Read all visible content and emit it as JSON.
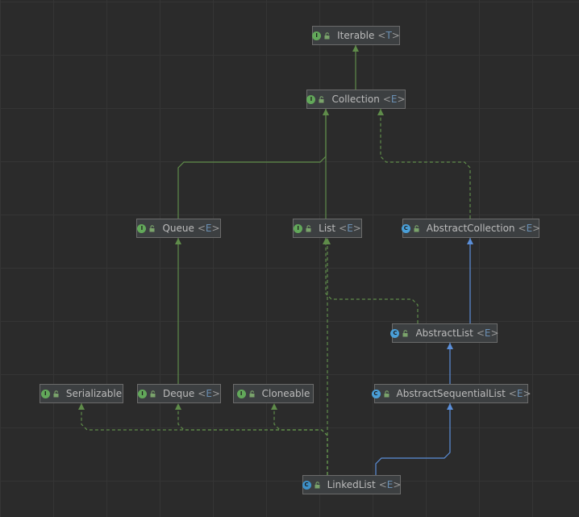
{
  "colors": {
    "extends_interface": "#5f8c4a",
    "implements": "#5f8c4a",
    "extends_class": "#5b8fd9"
  },
  "nodes": {
    "iterable": {
      "name": "Iterable",
      "type_param": "T",
      "kind": "interface",
      "icon": "interface-icon",
      "icon_letter": "I"
    },
    "collection": {
      "name": "Collection",
      "type_param": "E",
      "kind": "interface",
      "icon": "interface-icon",
      "icon_letter": "I"
    },
    "queue": {
      "name": "Queue",
      "type_param": "E",
      "kind": "interface",
      "icon": "interface-icon",
      "icon_letter": "I"
    },
    "list": {
      "name": "List",
      "type_param": "E",
      "kind": "interface",
      "icon": "interface-icon",
      "icon_letter": "I"
    },
    "abstract_collection": {
      "name": "AbstractCollection",
      "type_param": "E",
      "kind": "abstract",
      "icon": "abstract-class-icon",
      "icon_letter": "C"
    },
    "abstract_list": {
      "name": "AbstractList",
      "type_param": "E",
      "kind": "abstract",
      "icon": "abstract-class-icon",
      "icon_letter": "C"
    },
    "serializable": {
      "name": "Serializable",
      "type_param": "",
      "kind": "interface",
      "icon": "interface-icon",
      "icon_letter": "I"
    },
    "deque": {
      "name": "Deque",
      "type_param": "E",
      "kind": "interface",
      "icon": "interface-icon",
      "icon_letter": "I"
    },
    "cloneable": {
      "name": "Cloneable",
      "type_param": "",
      "kind": "interface",
      "icon": "interface-icon",
      "icon_letter": "I"
    },
    "abstract_sequential_list": {
      "name": "AbstractSequentialList",
      "type_param": "E",
      "kind": "abstract",
      "icon": "abstract-class-icon",
      "icon_letter": "C"
    },
    "linked_list": {
      "name": "LinkedList",
      "type_param": "E",
      "kind": "class",
      "icon": "class-icon",
      "icon_letter": "C"
    }
  },
  "edges": [
    {
      "from": "collection",
      "to": "iterable",
      "kind": "extends_interface"
    },
    {
      "from": "queue",
      "to": "collection",
      "kind": "extends_interface"
    },
    {
      "from": "list",
      "to": "collection",
      "kind": "extends_interface"
    },
    {
      "from": "abstract_collection",
      "to": "collection",
      "kind": "implements"
    },
    {
      "from": "abstract_list",
      "to": "abstract_collection",
      "kind": "extends_class"
    },
    {
      "from": "abstract_list",
      "to": "list",
      "kind": "implements"
    },
    {
      "from": "deque",
      "to": "queue",
      "kind": "extends_interface"
    },
    {
      "from": "abstract_sequential_list",
      "to": "abstract_list",
      "kind": "extends_class"
    },
    {
      "from": "linked_list",
      "to": "abstract_sequential_list",
      "kind": "extends_class"
    },
    {
      "from": "linked_list",
      "to": "list",
      "kind": "implements"
    },
    {
      "from": "linked_list",
      "to": "deque",
      "kind": "implements"
    },
    {
      "from": "linked_list",
      "to": "cloneable",
      "kind": "implements"
    },
    {
      "from": "linked_list",
      "to": "serializable",
      "kind": "implements"
    }
  ]
}
